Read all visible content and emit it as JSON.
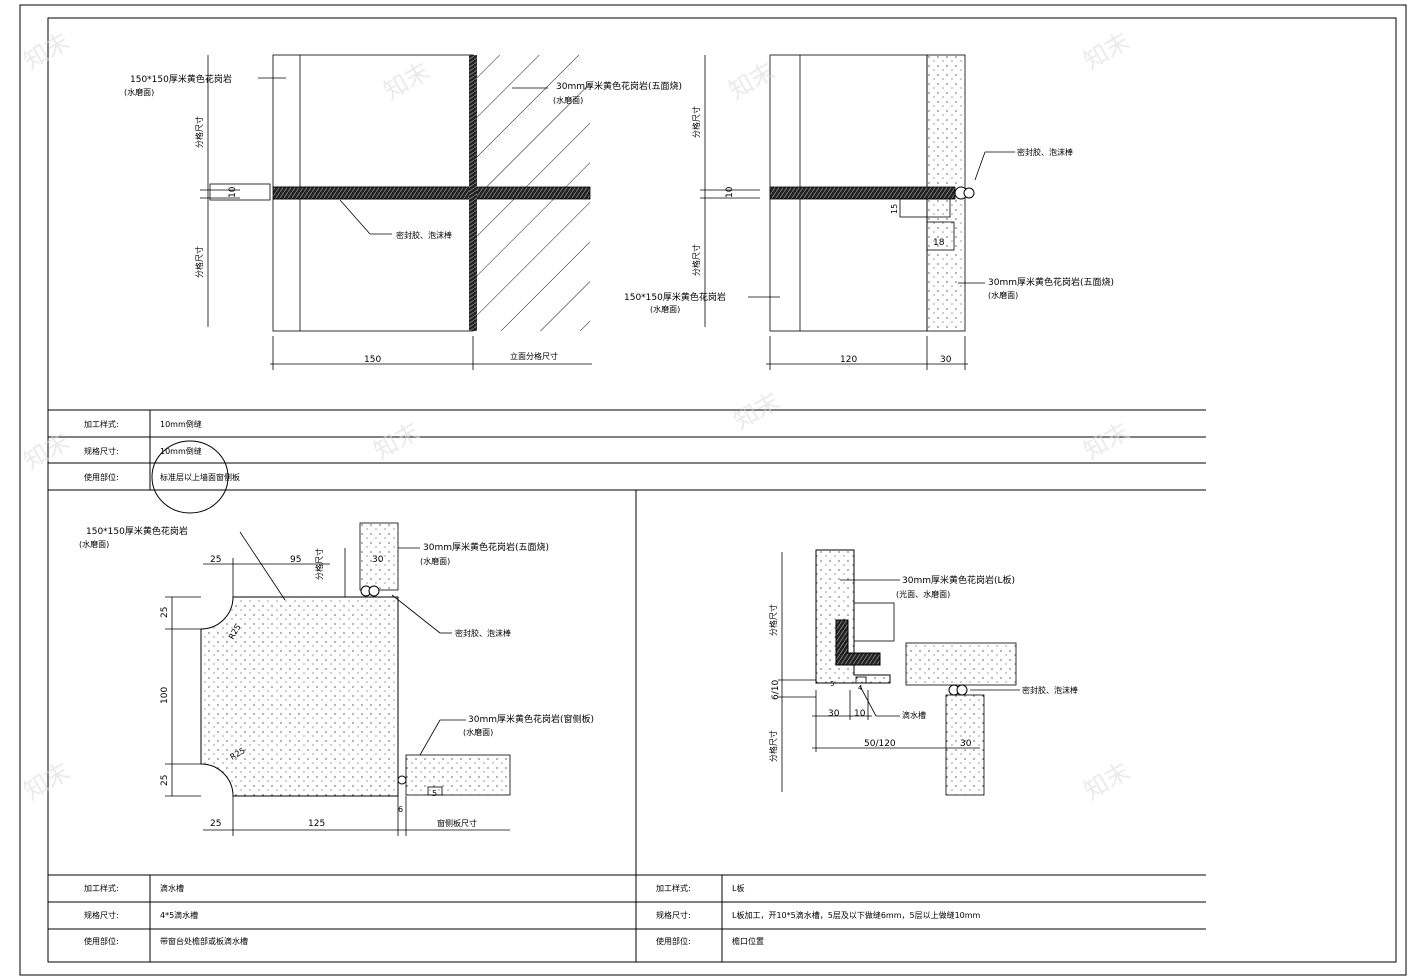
{
  "watermark": "知末",
  "top_left": {
    "label_stone": "150*150厚米黄色花岗岩",
    "label_stone_sub": "(水磨面)",
    "label_right_stone": "30mm厚米黄色花岗岩(五面烧)",
    "label_right_stone_sub": "(水磨面)",
    "label_sealant": "密封胶、泡沫棒",
    "dim_gap": "10",
    "dim_150": "150",
    "dim_facade": "立面分格尺寸",
    "v_dim_upper": "分格尺寸",
    "v_dim_lower": "分格尺寸"
  },
  "top_right": {
    "label_sealant": "密封胶、泡沫棒",
    "label_stone": "30mm厚米黄色花岗岩(五面烧)",
    "label_stone_sub": "(水磨面)",
    "label_left_stone": "150*150厚米黄色花岗岩",
    "label_left_stone_sub": "(水磨面)",
    "dim_gap": "10",
    "dim_15": "15",
    "dim_18": "18",
    "dim_120": "120",
    "dim_30": "30",
    "v_dim_upper": "分格尺寸",
    "v_dim_lower": "分格尺寸"
  },
  "spec_table_top": {
    "rows": [
      {
        "label": "加工样式:",
        "value": "10mm倒缝"
      },
      {
        "label": "规格尺寸:",
        "value": "10mm倒缝"
      },
      {
        "label": "使用部位:",
        "value": "标准层以上墙面窗侧板"
      }
    ]
  },
  "bottom_left": {
    "label_stone": "150*150厚米黄色花岗岩",
    "label_stone_sub": "(水磨面)",
    "label_right_stone": "30mm厚米黄色花岗岩(五面烧)",
    "label_right_stone_sub": "(水磨面)",
    "label_sealant": "密封胶、泡沫棒",
    "label_window_stone": "30mm厚米黄色花岗岩(窗侧板)",
    "label_window_stone_sub": "(水磨面)",
    "dim_25_top": "25",
    "dim_95": "95",
    "dim_30": "30",
    "dim_v_25_top": "25",
    "dim_v_100": "100",
    "dim_v_25_bottom": "25",
    "dim_r25_top": "R25",
    "dim_r25_bottom": "R25",
    "dim_25_bottom": "25",
    "dim_125": "125",
    "dim_6": "6",
    "dim_5": "5",
    "label_window_dim": "窗侧板尺寸",
    "v_dim": "分格尺寸"
  },
  "bottom_right": {
    "label_stone": "30mm厚米黄色花岗岩(L板)",
    "label_stone_sub": "(光面、水磨面)",
    "label_drip": "滴水槽",
    "label_sealant": "密封胶、泡沫棒",
    "dim_6_10": "6/10",
    "dim_30_left": "30",
    "dim_10": "10",
    "dim_50_120": "50/120",
    "dim_30_right": "30",
    "dim_5": "5",
    "dim_4": "4",
    "v_dim_upper": "分格尺寸",
    "v_dim_lower": "分格尺寸"
  },
  "spec_table_bottom_left": {
    "rows": [
      {
        "label": "加工样式:",
        "value": "滴水槽"
      },
      {
        "label": "规格尺寸:",
        "value": "4*5滴水槽"
      },
      {
        "label": "使用部位:",
        "value": "带窗台处檐部或板滴水槽"
      }
    ]
  },
  "spec_table_bottom_right": {
    "rows": [
      {
        "label": "加工样式:",
        "value": "L板"
      },
      {
        "label": "规格尺寸:",
        "value": "L板加工，开10*5滴水槽，5层及以下做缝6mm，5层以上做缝10mm"
      },
      {
        "label": "使用部位:",
        "value": "檐口位置"
      }
    ]
  }
}
